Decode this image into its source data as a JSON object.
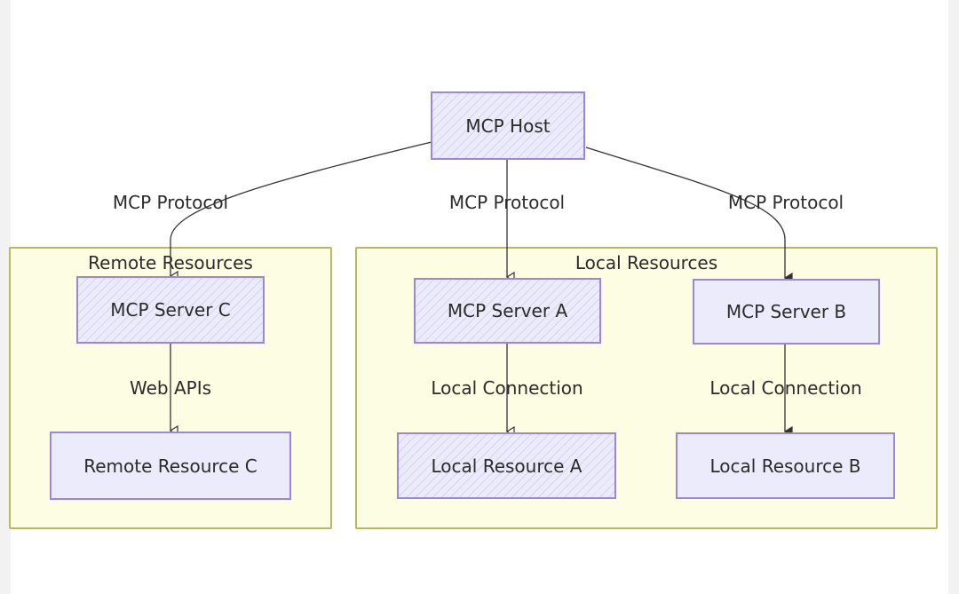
{
  "host": {
    "label": "MCP Host"
  },
  "groups": {
    "remote": {
      "title": "Remote Resources"
    },
    "local": {
      "title": "Local Resources"
    }
  },
  "servers": {
    "c": {
      "label": "MCP Server C"
    },
    "a": {
      "label": "MCP Server A"
    },
    "b": {
      "label": "MCP Server B"
    }
  },
  "resources": {
    "c": {
      "label": "Remote Resource C"
    },
    "a": {
      "label": "Local Resource A"
    },
    "b": {
      "label": "Local Resource B"
    }
  },
  "edges": {
    "host_to_c": "MCP Protocol",
    "host_to_a": "MCP Protocol",
    "host_to_b": "MCP Protocol",
    "c_to_resource": "Web APIs",
    "a_to_resource": "Local Connection",
    "b_to_resource": "Local Connection"
  },
  "colors": {
    "group_fill": "#fdfde3",
    "group_border": "#b5ba5e",
    "node_fill": "#ecebfb",
    "node_border": "#9b86d8",
    "edge": "#333333"
  }
}
